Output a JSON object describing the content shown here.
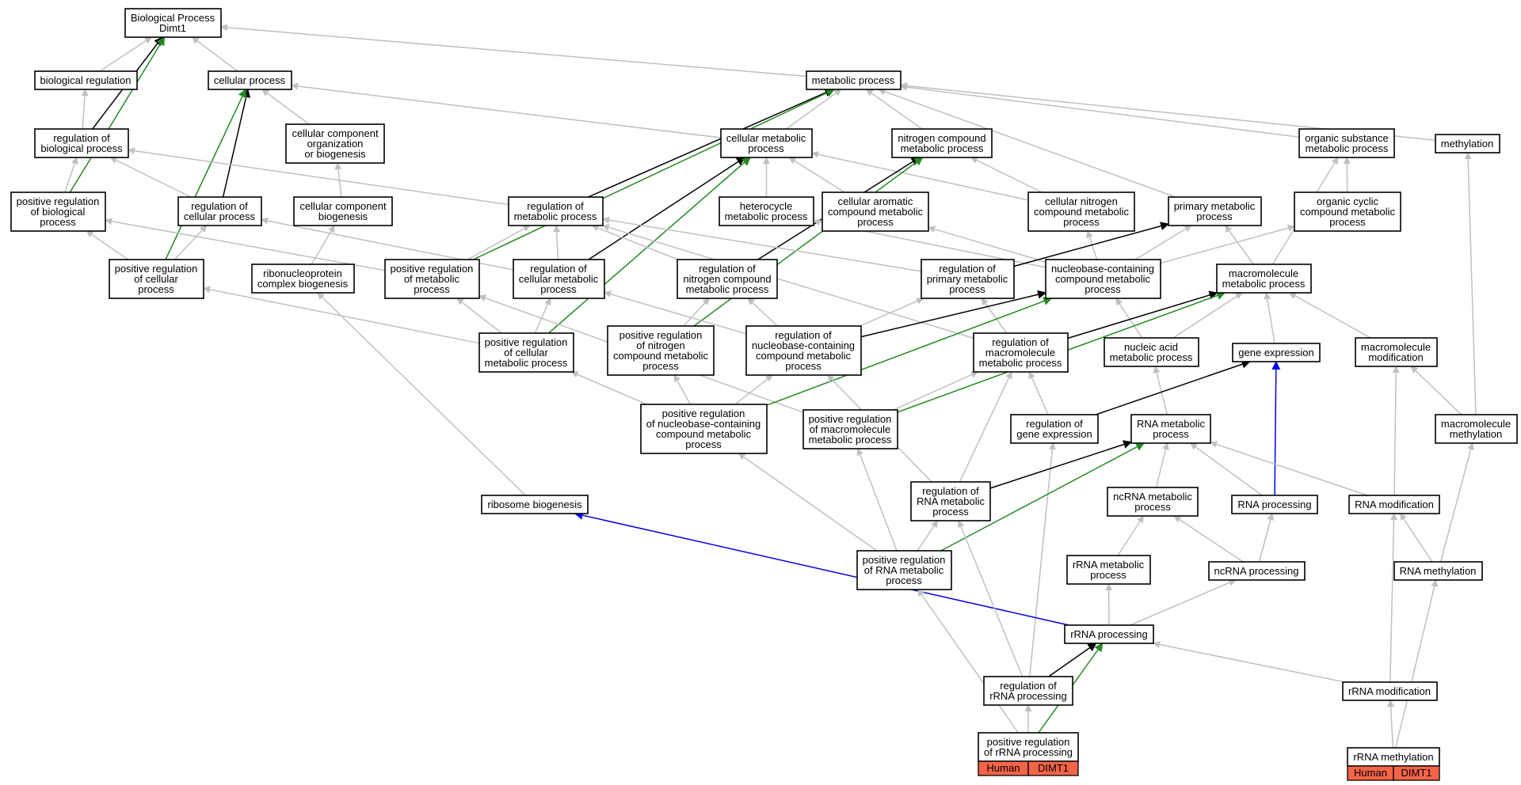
{
  "colors": {
    "gray": "#c0c0c0",
    "black": "#000000",
    "green": "#228b22",
    "blue": "#0000ee",
    "annotation_fill": "#f46448",
    "node_fill": "#ffffff"
  },
  "nodes": [
    {
      "id": "bp",
      "lines": [
        "Biological Process",
        "Dimt1"
      ]
    },
    {
      "id": "breg",
      "lines": [
        "biological regulation"
      ]
    },
    {
      "id": "cp",
      "lines": [
        "cellular process"
      ]
    },
    {
      "id": "mp",
      "lines": [
        "metabolic process"
      ]
    },
    {
      "id": "regbp",
      "lines": [
        "regulation of",
        "biological process"
      ]
    },
    {
      "id": "ccob",
      "lines": [
        "cellular component",
        "organization",
        "or biogenesis"
      ]
    },
    {
      "id": "cmp",
      "lines": [
        "cellular metabolic",
        "process"
      ]
    },
    {
      "id": "ncmp",
      "lines": [
        "nitrogen compound",
        "metabolic process"
      ]
    },
    {
      "id": "osmp",
      "lines": [
        "organic substance",
        "metabolic process"
      ]
    },
    {
      "id": "meth",
      "lines": [
        "methylation"
      ]
    },
    {
      "id": "prbp",
      "lines": [
        "positive regulation",
        "of biological",
        "process"
      ]
    },
    {
      "id": "regcp",
      "lines": [
        "regulation of",
        "cellular process"
      ]
    },
    {
      "id": "ccb",
      "lines": [
        "cellular component",
        "biogenesis"
      ]
    },
    {
      "id": "regmp",
      "lines": [
        "regulation of",
        "metabolic process"
      ]
    },
    {
      "id": "hmp",
      "lines": [
        "heterocycle",
        "metabolic process"
      ]
    },
    {
      "id": "cacmp",
      "lines": [
        "cellular aromatic",
        "compound metabolic",
        "process"
      ]
    },
    {
      "id": "cncmp",
      "lines": [
        "cellular nitrogen",
        "compound metabolic",
        "process"
      ]
    },
    {
      "id": "pmp",
      "lines": [
        "primary metabolic",
        "process"
      ]
    },
    {
      "id": "occmp",
      "lines": [
        "organic cyclic",
        "compound metabolic",
        "process"
      ]
    },
    {
      "id": "prcp",
      "lines": [
        "positive regulation",
        "of cellular",
        "process"
      ]
    },
    {
      "id": "rncb",
      "lines": [
        "ribonucleoprotein",
        "complex biogenesis"
      ]
    },
    {
      "id": "prmp",
      "lines": [
        "positive regulation",
        "of metabolic",
        "process"
      ]
    },
    {
      "id": "regcmp",
      "lines": [
        "regulation of",
        "cellular metabolic",
        "process"
      ]
    },
    {
      "id": "regncmp",
      "lines": [
        "regulation of",
        "nitrogen compound",
        "metabolic process"
      ]
    },
    {
      "id": "regpmp",
      "lines": [
        "regulation of",
        "primary metabolic",
        "process"
      ]
    },
    {
      "id": "nbcmp",
      "lines": [
        "nucleobase-containing",
        "compound metabolic",
        "process"
      ]
    },
    {
      "id": "macmp",
      "lines": [
        "macromolecule",
        "metabolic process"
      ]
    },
    {
      "id": "prcmp",
      "lines": [
        "positive regulation",
        "of cellular",
        "metabolic process"
      ]
    },
    {
      "id": "prncmp",
      "lines": [
        "positive regulation",
        "of nitrogen",
        "compound metabolic",
        "process"
      ]
    },
    {
      "id": "regnbcmp",
      "lines": [
        "regulation of",
        "nucleobase-containing",
        "compound metabolic",
        "process"
      ]
    },
    {
      "id": "regmacmp",
      "lines": [
        "regulation of",
        "macromolecule",
        "metabolic process"
      ]
    },
    {
      "id": "nacmp",
      "lines": [
        "nucleic acid",
        "metabolic process"
      ]
    },
    {
      "id": "ge",
      "lines": [
        "gene expression"
      ]
    },
    {
      "id": "macmod",
      "lines": [
        "macromolecule",
        "modification"
      ]
    },
    {
      "id": "prnbcmp",
      "lines": [
        "positive regulation",
        "of nucleobase-containing",
        "compound metabolic",
        "process"
      ]
    },
    {
      "id": "prmacmp",
      "lines": [
        "positive regulation",
        "of macromolecule",
        "metabolic process"
      ]
    },
    {
      "id": "regge",
      "lines": [
        "regulation of",
        "gene expression"
      ]
    },
    {
      "id": "rnamp",
      "lines": [
        "RNA metabolic",
        "process"
      ]
    },
    {
      "id": "macmeth",
      "lines": [
        "macromolecule",
        "methylation"
      ]
    },
    {
      "id": "ribo",
      "lines": [
        "ribosome biogenesis"
      ]
    },
    {
      "id": "regrnamp",
      "lines": [
        "regulation of",
        "RNA metabolic",
        "process"
      ]
    },
    {
      "id": "ncrnamp",
      "lines": [
        "ncRNA metabolic",
        "process"
      ]
    },
    {
      "id": "rnaproc",
      "lines": [
        "RNA processing"
      ]
    },
    {
      "id": "rnamod",
      "lines": [
        "RNA modification"
      ]
    },
    {
      "id": "prrnamp",
      "lines": [
        "positive regulation",
        "of RNA metabolic",
        "process"
      ]
    },
    {
      "id": "rrnamp",
      "lines": [
        "rRNA metabolic",
        "process"
      ]
    },
    {
      "id": "ncrnaproc",
      "lines": [
        "ncRNA processing"
      ]
    },
    {
      "id": "rnameth",
      "lines": [
        "RNA methylation"
      ]
    },
    {
      "id": "rrnaproc",
      "lines": [
        "rRNA processing"
      ]
    },
    {
      "id": "regrrnap",
      "lines": [
        "regulation of",
        "rRNA processing"
      ]
    },
    {
      "id": "rrnamod",
      "lines": [
        "rRNA modification"
      ]
    },
    {
      "id": "prrrnap",
      "lines": [
        "positive regulation",
        "of rRNA processing"
      ]
    },
    {
      "id": "rrnameth",
      "lines": [
        "rRNA methylation"
      ]
    }
  ],
  "annotations": [
    {
      "node": "prrrnap",
      "species": "Human",
      "gene": "DIMT1"
    },
    {
      "node": "rrnameth",
      "species": "Human",
      "gene": "DIMT1"
    }
  ],
  "edges": [
    {
      "from": "breg",
      "to": "bp",
      "color": "gray"
    },
    {
      "from": "cp",
      "to": "bp",
      "color": "gray"
    },
    {
      "from": "mp",
      "to": "bp",
      "color": "gray"
    },
    {
      "from": "regbp",
      "to": "bp",
      "color": "black"
    },
    {
      "from": "prbp",
      "to": "bp",
      "color": "green"
    },
    {
      "from": "regbp",
      "to": "breg",
      "color": "gray"
    },
    {
      "from": "ccob",
      "to": "cp",
      "color": "gray"
    },
    {
      "from": "cmp",
      "to": "cp",
      "color": "gray"
    },
    {
      "from": "regcp",
      "to": "cp",
      "color": "black"
    },
    {
      "from": "prcp",
      "to": "cp",
      "color": "green"
    },
    {
      "from": "cmp",
      "to": "mp",
      "color": "gray"
    },
    {
      "from": "ncmp",
      "to": "mp",
      "color": "gray"
    },
    {
      "from": "osmp",
      "to": "mp",
      "color": "gray"
    },
    {
      "from": "meth",
      "to": "mp",
      "color": "gray"
    },
    {
      "from": "pmp",
      "to": "mp",
      "color": "gray"
    },
    {
      "from": "regmp",
      "to": "mp",
      "color": "black"
    },
    {
      "from": "prmp",
      "to": "mp",
      "color": "green"
    },
    {
      "from": "prbp",
      "to": "regbp",
      "color": "gray"
    },
    {
      "from": "regcp",
      "to": "regbp",
      "color": "gray"
    },
    {
      "from": "regmp",
      "to": "regbp",
      "color": "gray"
    },
    {
      "from": "ccb",
      "to": "ccob",
      "color": "gray"
    },
    {
      "from": "hmp",
      "to": "cmp",
      "color": "gray"
    },
    {
      "from": "cacmp",
      "to": "cmp",
      "color": "gray"
    },
    {
      "from": "cncmp",
      "to": "cmp",
      "color": "gray"
    },
    {
      "from": "regcmp",
      "to": "cmp",
      "color": "black"
    },
    {
      "from": "prcmp",
      "to": "cmp",
      "color": "green"
    },
    {
      "from": "cncmp",
      "to": "ncmp",
      "color": "gray"
    },
    {
      "from": "regncmp",
      "to": "ncmp",
      "color": "black"
    },
    {
      "from": "prncmp",
      "to": "ncmp",
      "color": "green"
    },
    {
      "from": "occmp",
      "to": "osmp",
      "color": "gray"
    },
    {
      "from": "macmp",
      "to": "osmp",
      "color": "gray"
    },
    {
      "from": "macmeth",
      "to": "meth",
      "color": "gray"
    },
    {
      "from": "prcp",
      "to": "prbp",
      "color": "gray"
    },
    {
      "from": "prmp",
      "to": "prbp",
      "color": "gray"
    },
    {
      "from": "prcp",
      "to": "regcp",
      "color": "gray"
    },
    {
      "from": "regcmp",
      "to": "regcp",
      "color": "gray"
    },
    {
      "from": "rncb",
      "to": "ccb",
      "color": "gray"
    },
    {
      "from": "prmp",
      "to": "regmp",
      "color": "gray"
    },
    {
      "from": "regcmp",
      "to": "regmp",
      "color": "gray"
    },
    {
      "from": "regncmp",
      "to": "regmp",
      "color": "gray"
    },
    {
      "from": "regpmp",
      "to": "regmp",
      "color": "gray"
    },
    {
      "from": "regmacmp",
      "to": "regmp",
      "color": "gray"
    },
    {
      "from": "nbcmp",
      "to": "hmp",
      "color": "gray"
    },
    {
      "from": "nbcmp",
      "to": "cacmp",
      "color": "gray"
    },
    {
      "from": "nbcmp",
      "to": "cncmp",
      "color": "gray"
    },
    {
      "from": "nbcmp",
      "to": "pmp",
      "color": "gray"
    },
    {
      "from": "macmp",
      "to": "pmp",
      "color": "gray"
    },
    {
      "from": "regpmp",
      "to": "pmp",
      "color": "black"
    },
    {
      "from": "nbcmp",
      "to": "occmp",
      "color": "gray"
    },
    {
      "from": "prcmp",
      "to": "prcp",
      "color": "gray"
    },
    {
      "from": "ribo",
      "to": "rncb",
      "color": "gray"
    },
    {
      "from": "prcmp",
      "to": "prmp",
      "color": "gray"
    },
    {
      "from": "prmacmp",
      "to": "prmp",
      "color": "gray"
    },
    {
      "from": "prcmp",
      "to": "regcmp",
      "color": "gray"
    },
    {
      "from": "regnbcmp",
      "to": "regcmp",
      "color": "gray"
    },
    {
      "from": "prncmp",
      "to": "regncmp",
      "color": "gray"
    },
    {
      "from": "regnbcmp",
      "to": "regncmp",
      "color": "gray"
    },
    {
      "from": "regnbcmp",
      "to": "regpmp",
      "color": "gray"
    },
    {
      "from": "regmacmp",
      "to": "regpmp",
      "color": "gray"
    },
    {
      "from": "nacmp",
      "to": "nbcmp",
      "color": "gray"
    },
    {
      "from": "regnbcmp",
      "to": "nbcmp",
      "color": "black"
    },
    {
      "from": "prnbcmp",
      "to": "nbcmp",
      "color": "green"
    },
    {
      "from": "nacmp",
      "to": "macmp",
      "color": "gray"
    },
    {
      "from": "ge",
      "to": "macmp",
      "color": "gray"
    },
    {
      "from": "macmod",
      "to": "macmp",
      "color": "gray"
    },
    {
      "from": "regmacmp",
      "to": "macmp",
      "color": "black"
    },
    {
      "from": "prmacmp",
      "to": "macmp",
      "color": "green"
    },
    {
      "from": "prnbcmp",
      "to": "prcmp",
      "color": "gray"
    },
    {
      "from": "prnbcmp",
      "to": "prncmp",
      "color": "gray"
    },
    {
      "from": "prnbcmp",
      "to": "regnbcmp",
      "color": "gray"
    },
    {
      "from": "regrnamp",
      "to": "regnbcmp",
      "color": "gray"
    },
    {
      "from": "prmacmp",
      "to": "regmacmp",
      "color": "gray"
    },
    {
      "from": "regge",
      "to": "regmacmp",
      "color": "gray"
    },
    {
      "from": "regrnamp",
      "to": "regmacmp",
      "color": "gray"
    },
    {
      "from": "rnamp",
      "to": "nacmp",
      "color": "gray"
    },
    {
      "from": "regge",
      "to": "ge",
      "color": "black"
    },
    {
      "from": "rnaproc",
      "to": "ge",
      "color": "blue"
    },
    {
      "from": "macmeth",
      "to": "macmod",
      "color": "gray"
    },
    {
      "from": "rnamod",
      "to": "macmod",
      "color": "gray"
    },
    {
      "from": "prrnamp",
      "to": "prnbcmp",
      "color": "gray"
    },
    {
      "from": "prrnamp",
      "to": "prmacmp",
      "color": "gray"
    },
    {
      "from": "regrrnap",
      "to": "regge",
      "color": "gray"
    },
    {
      "from": "ncrnamp",
      "to": "rnamp",
      "color": "gray"
    },
    {
      "from": "rnaproc",
      "to": "rnamp",
      "color": "gray"
    },
    {
      "from": "rnamod",
      "to": "rnamp",
      "color": "gray"
    },
    {
      "from": "regrnamp",
      "to": "rnamp",
      "color": "black"
    },
    {
      "from": "prrnamp",
      "to": "rnamp",
      "color": "green"
    },
    {
      "from": "rnameth",
      "to": "macmeth",
      "color": "gray"
    },
    {
      "from": "rrnaproc",
      "to": "ribo",
      "color": "blue"
    },
    {
      "from": "prrnamp",
      "to": "regrnamp",
      "color": "gray"
    },
    {
      "from": "regrrnap",
      "to": "regrnamp",
      "color": "gray"
    },
    {
      "from": "rrnamp",
      "to": "ncrnamp",
      "color": "gray"
    },
    {
      "from": "ncrnaproc",
      "to": "ncrnamp",
      "color": "gray"
    },
    {
      "from": "ncrnaproc",
      "to": "rnaproc",
      "color": "gray"
    },
    {
      "from": "rnameth",
      "to": "rnamod",
      "color": "gray"
    },
    {
      "from": "rrnamod",
      "to": "rnamod",
      "color": "gray"
    },
    {
      "from": "prrrnap",
      "to": "prrnamp",
      "color": "gray"
    },
    {
      "from": "rrnaproc",
      "to": "rrnamp",
      "color": "gray"
    },
    {
      "from": "rrnaproc",
      "to": "ncrnaproc",
      "color": "gray"
    },
    {
      "from": "rrnameth",
      "to": "rnameth",
      "color": "gray"
    },
    {
      "from": "regrrnap",
      "to": "rrnaproc",
      "color": "black"
    },
    {
      "from": "prrrnap",
      "to": "rrnaproc",
      "color": "green"
    },
    {
      "from": "rrnamod",
      "to": "rrnaproc",
      "color": "gray"
    },
    {
      "from": "prrrnap",
      "to": "regrrnap",
      "color": "gray"
    },
    {
      "from": "rrnameth",
      "to": "rrnamod",
      "color": "gray"
    }
  ]
}
